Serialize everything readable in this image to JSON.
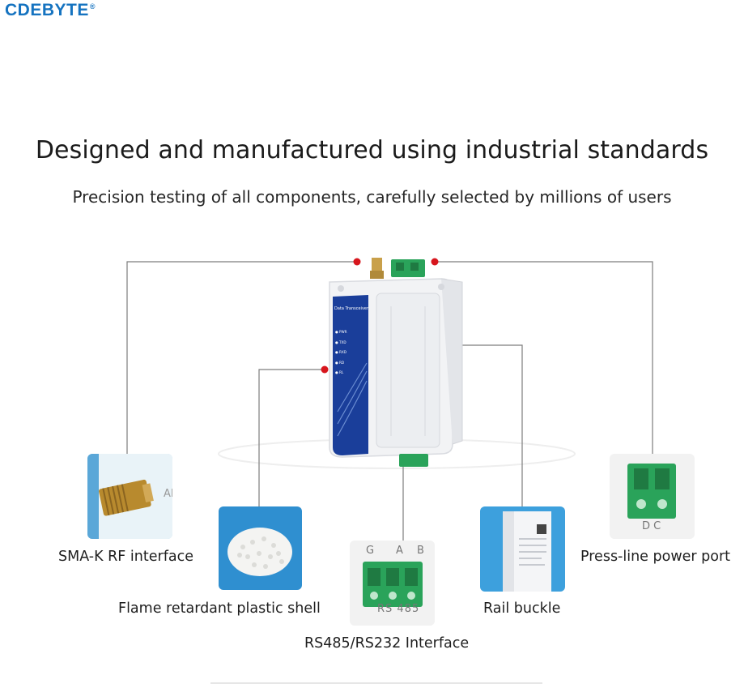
{
  "brand": {
    "name": "CDEBYTE",
    "mark": "®"
  },
  "heading": {
    "title": "Designed and manufactured using industrial standards",
    "subtitle": "Precision testing of all components, carefully selected by millions of users"
  },
  "device": {
    "panel_title": "Data Transceiver",
    "leds": [
      "PWR",
      "TXD",
      "RXD",
      "RD",
      "RL"
    ]
  },
  "callouts": [
    {
      "label": "SMA-K RF interface",
      "photo_text": "AN"
    },
    {
      "label": "Flame retardant plastic shell"
    },
    {
      "label": "RS485/RS232 Interface",
      "terminal_labels": [
        "G",
        "A",
        "B"
      ],
      "photo_text": "RS 485"
    },
    {
      "label": "Rail buckle"
    },
    {
      "label": "Press-line power port",
      "photo_text": "D C"
    }
  ],
  "colors": {
    "brand": "#1573c0",
    "accent_dot": "#d7161d",
    "panel_blue": "#1a3e9a",
    "terminal_green": "#2aa35a",
    "photo_bg": "#bcdff3"
  }
}
